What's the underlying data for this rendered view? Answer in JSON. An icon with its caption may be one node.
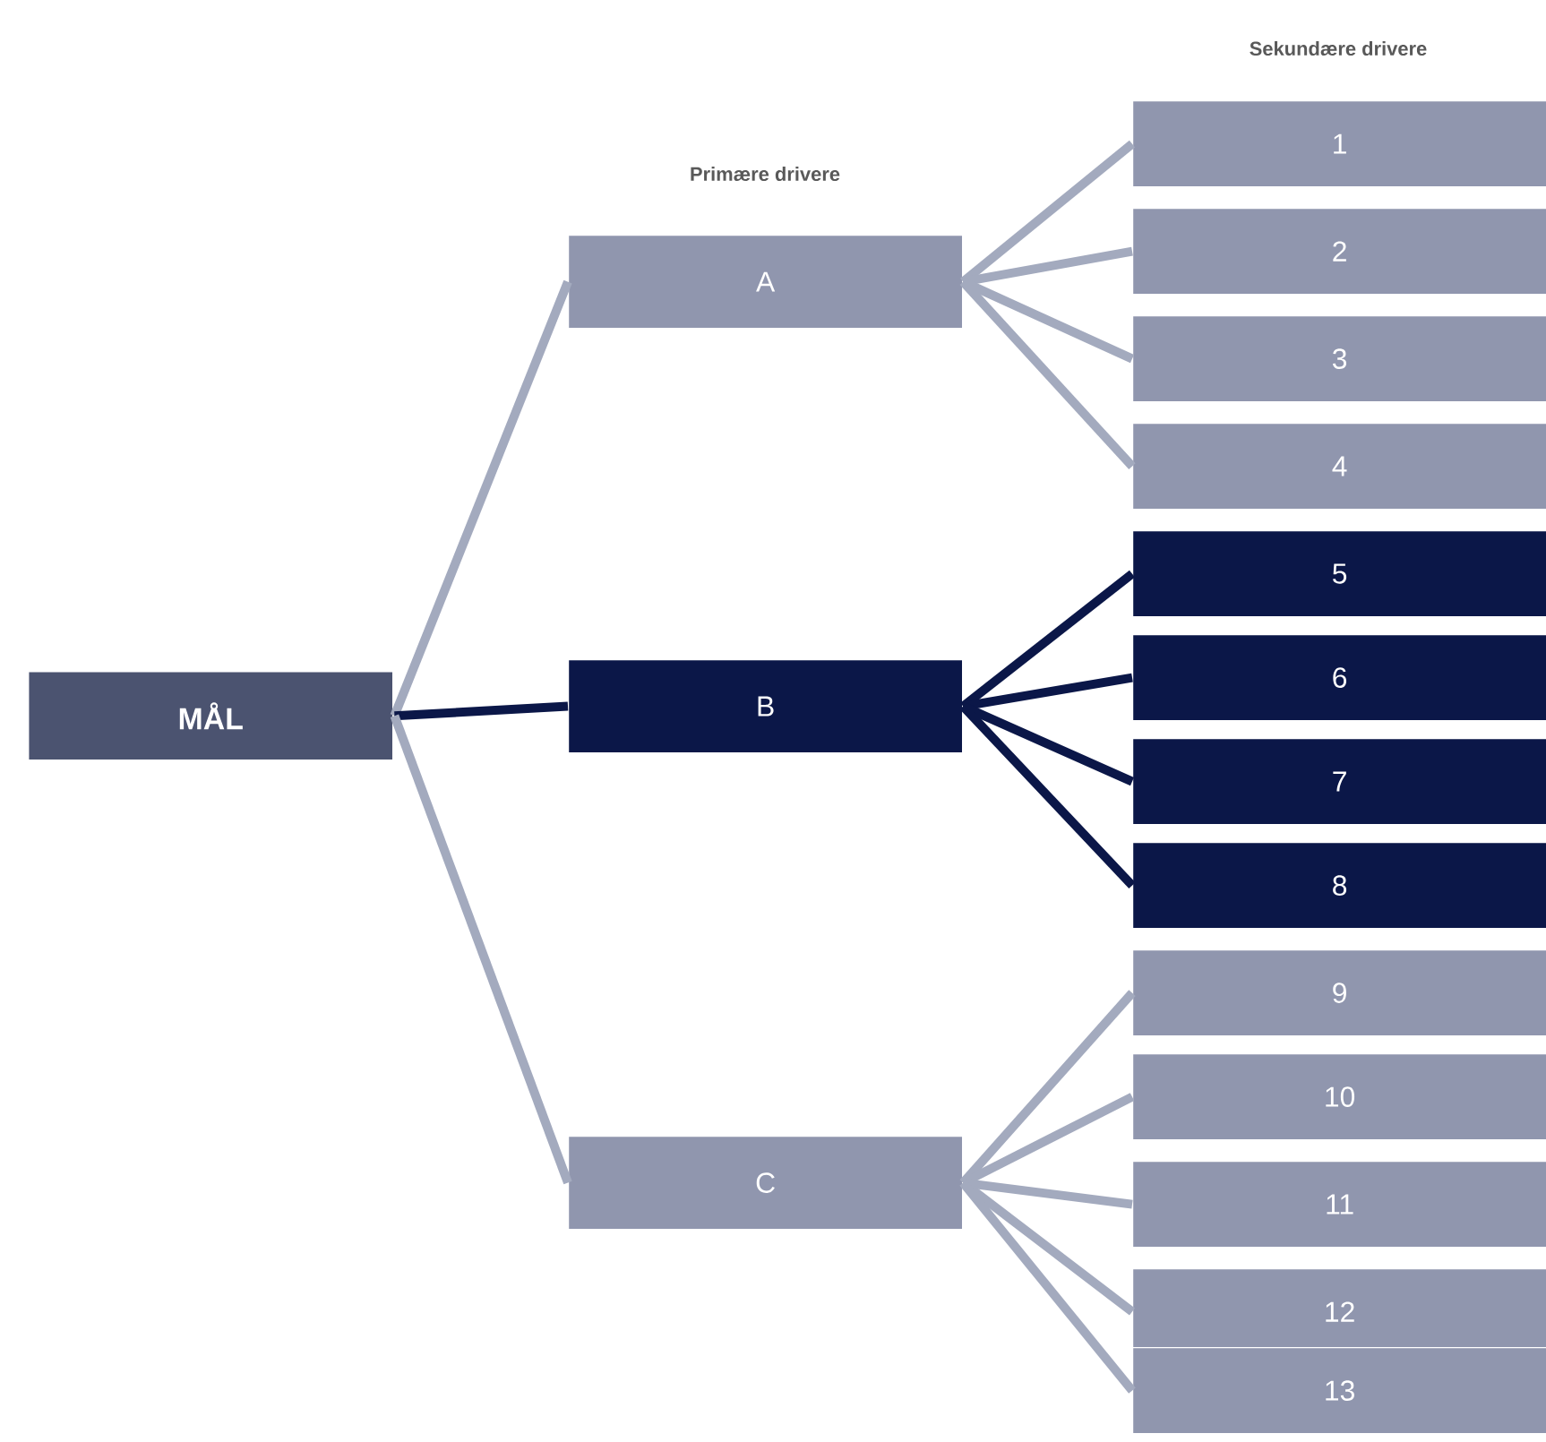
{
  "diagram": {
    "nodes": [
      {
        "text": [
          "MÅL"
        ]
      },
      {
        "text": [
          "A"
        ]
      },
      {
        "text": [
          "B"
        ]
      },
      {
        "text": [
          "C"
        ]
      },
      {
        "text": [
          "1"
        ]
      },
      {
        "text": [
          "2"
        ]
      },
      {
        "text": [
          "3"
        ]
      },
      {
        "text": [
          "4"
        ]
      },
      {
        "text": [
          "5"
        ]
      },
      {
        "text": [
          "6"
        ]
      },
      {
        "text": [
          "7"
        ]
      },
      {
        "text": [
          "8"
        ]
      },
      {
        "text": [
          "9"
        ]
      },
      {
        "text": [
          "10"
        ]
      },
      {
        "text": [
          "11"
        ]
      },
      {
        "text": [
          "12"
        ]
      },
      {
        "text": [
          "13"
        ]
      }
    ],
    "edges": [
      {
        "from": 0,
        "to": 1,
        "arrow": "none"
      },
      {
        "from": 0,
        "to": 2,
        "arrow": "none",
        "color": "#0b1748"
      },
      {
        "from": 0,
        "to": 3,
        "arrow": "none"
      },
      {
        "from": 1,
        "to": 4,
        "arrow": "none"
      },
      {
        "from": 1,
        "to": 5,
        "arrow": "none"
      },
      {
        "from": 1,
        "to": 6,
        "arrow": "none"
      },
      {
        "from": 1,
        "to": 7,
        "arrow": "none"
      },
      {
        "from": 2,
        "to": 8,
        "arrow": "none",
        "color": "#0b1748"
      },
      {
        "from": 2,
        "to": 9,
        "arrow": "none",
        "color": "#0b1748"
      },
      {
        "from": 2,
        "to": 10,
        "arrow": "none",
        "color": "#0b1748"
      },
      {
        "from": 2,
        "to": 11,
        "arrow": "none",
        "color": "#0b1748"
      },
      {
        "from": 3,
        "to": 12,
        "arrow": "none"
      },
      {
        "from": 3,
        "to": 13,
        "arrow": "none"
      },
      {
        "from": 3,
        "to": 14,
        "arrow": "none"
      },
      {
        "from": 3,
        "to": 15,
        "arrow": "none"
      },
      {
        "from": 3,
        "to": 16,
        "arrow": "none"
      }
    ],
    "labels": [
      "Sekundære drivere",
      "Primære drivere"
    ]
  }
}
